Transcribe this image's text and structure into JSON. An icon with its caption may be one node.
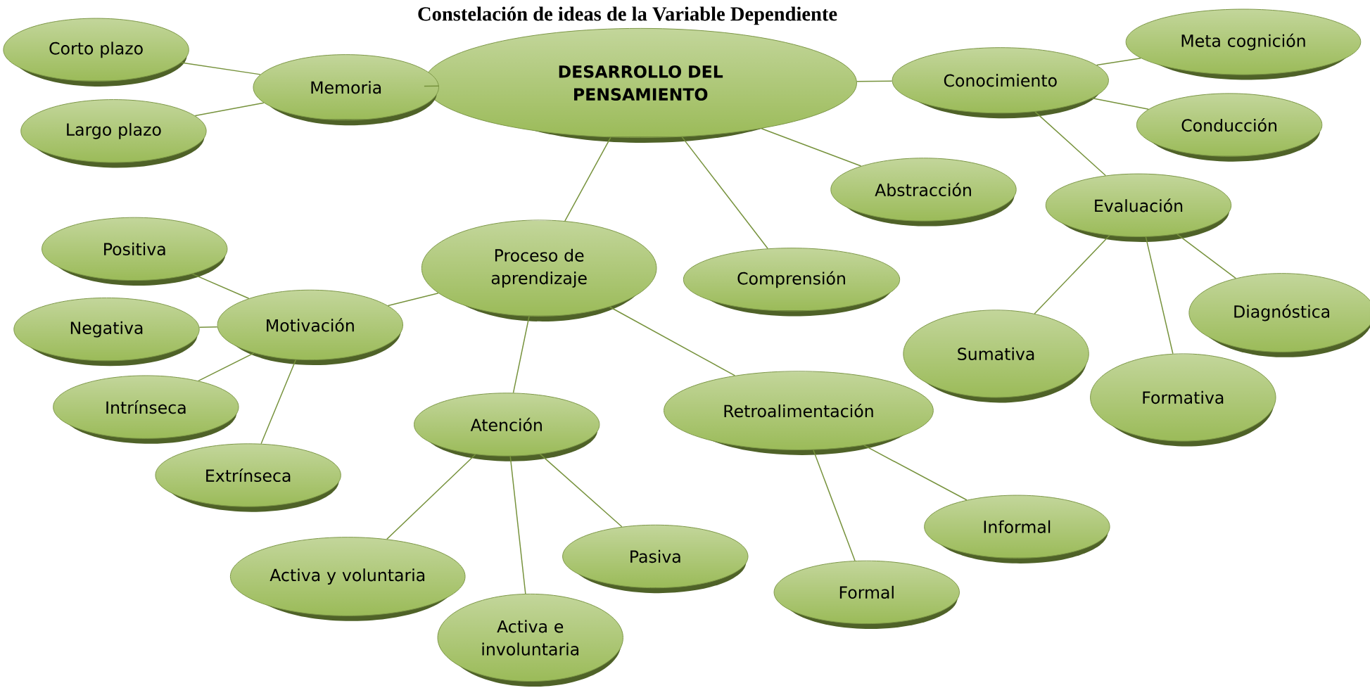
{
  "diagram": {
    "title": "Constelación de ideas de la Variable Dependiente",
    "nodes": [
      {
        "text": [
          "DESARROLLO DEL PENSAMIENTO"
        ]
      },
      {
        "text": [
          "Memoria"
        ]
      },
      {
        "text": [
          "Corto plazo"
        ]
      },
      {
        "text": [
          "Largo plazo"
        ]
      },
      {
        "text": [
          "Conocimiento"
        ]
      },
      {
        "text": [
          "Meta cognición"
        ]
      },
      {
        "text": [
          "Conducción"
        ]
      },
      {
        "text": [
          "Abstracción"
        ]
      },
      {
        "text": [
          "Evaluación"
        ]
      },
      {
        "text": [
          "Proceso de aprendizaje"
        ]
      },
      {
        "text": [
          "Comprensión"
        ]
      },
      {
        "text": [
          "Positiva"
        ]
      },
      {
        "text": [
          "Motivación"
        ]
      },
      {
        "text": [
          "Negativa"
        ]
      },
      {
        "text": [
          "Intrínseca"
        ]
      },
      {
        "text": [
          "Extrínseca"
        ]
      },
      {
        "text": [
          "Atención"
        ]
      },
      {
        "text": [
          "Retroalimentación"
        ]
      },
      {
        "text": [
          "Sumativa"
        ]
      },
      {
        "text": [
          "Diagnóstica"
        ]
      },
      {
        "text": [
          "Formativa"
        ]
      },
      {
        "text": [
          "Activa y voluntaria"
        ]
      },
      {
        "text": [
          "Activa e involuntaria"
        ]
      },
      {
        "text": [
          "Pasiva"
        ]
      },
      {
        "text": [
          "Informal"
        ]
      },
      {
        "text": [
          "Formal"
        ]
      }
    ],
    "edges": [
      {
        "from": 0,
        "to": 1,
        "arrow": "none"
      },
      {
        "from": 1,
        "to": 2,
        "arrow": "none"
      },
      {
        "from": 1,
        "to": 3,
        "arrow": "none"
      },
      {
        "from": 0,
        "to": 4,
        "arrow": "none"
      },
      {
        "from": 4,
        "to": 5,
        "arrow": "none"
      },
      {
        "from": 4,
        "to": 6,
        "arrow": "none"
      },
      {
        "from": 4,
        "to": 8,
        "arrow": "none"
      },
      {
        "from": 0,
        "to": 7,
        "arrow": "none"
      },
      {
        "from": 0,
        "to": 9,
        "arrow": "none"
      },
      {
        "from": 0,
        "to": 10,
        "arrow": "none"
      },
      {
        "from": 8,
        "to": 18,
        "arrow": "none"
      },
      {
        "from": 8,
        "to": 20,
        "arrow": "none"
      },
      {
        "from": 8,
        "to": 19,
        "arrow": "none"
      },
      {
        "from": 9,
        "to": 12,
        "arrow": "none"
      },
      {
        "from": 12,
        "to": 11,
        "arrow": "none"
      },
      {
        "from": 12,
        "to": 13,
        "arrow": "none"
      },
      {
        "from": 12,
        "to": 14,
        "arrow": "none"
      },
      {
        "from": 12,
        "to": 15,
        "arrow": "none"
      },
      {
        "from": 9,
        "to": 16,
        "arrow": "none"
      },
      {
        "from": 9,
        "to": 17,
        "arrow": "none"
      },
      {
        "from": 16,
        "to": 21,
        "arrow": "none"
      },
      {
        "from": 16,
        "to": 22,
        "arrow": "none"
      },
      {
        "from": 16,
        "to": 23,
        "arrow": "none"
      },
      {
        "from": 17,
        "to": 24,
        "arrow": "none"
      },
      {
        "from": 17,
        "to": 25,
        "arrow": "none"
      }
    ]
  }
}
